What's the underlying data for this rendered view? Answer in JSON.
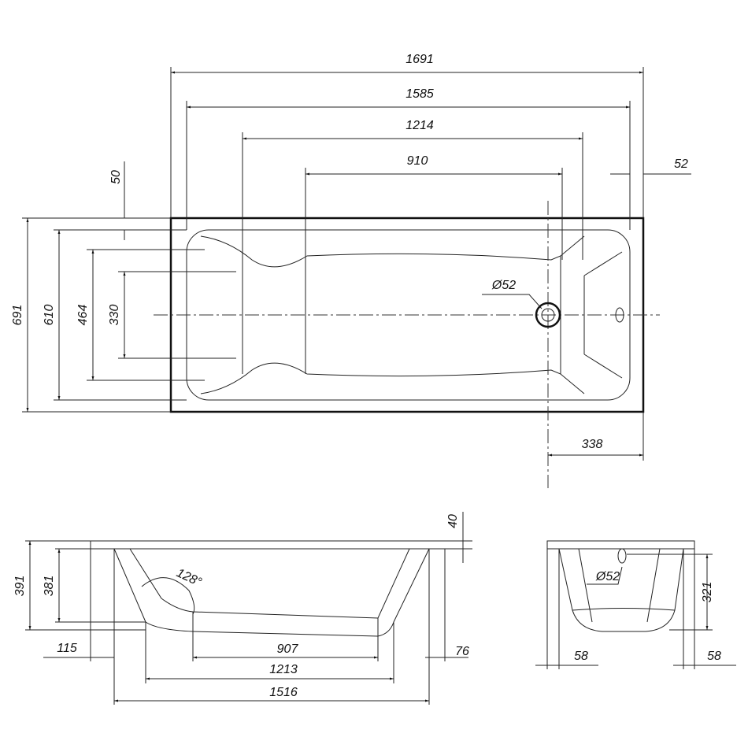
{
  "top_view": {
    "length_total": "1691",
    "length_inner": "1585",
    "length_bottom": "1214",
    "length_flat": "910",
    "rim_offset": "52",
    "width_total": "691",
    "width_inner": "610",
    "width_bottom": "464",
    "width_flat": "330",
    "rim_side": "50",
    "drain_offset": "338",
    "drain_diameter": "Ø52"
  },
  "side_view": {
    "height_total": "391",
    "height_inner": "381",
    "rim_height": "40",
    "angle": "128°",
    "left_offset": "115",
    "flat_length": "907",
    "right_offset": "76",
    "bottom_length": "1213",
    "body_length": "1516"
  },
  "end_view": {
    "overflow_height": "321",
    "drain_diameter": "Ø52",
    "left_offset": "58",
    "right_offset": "58"
  }
}
